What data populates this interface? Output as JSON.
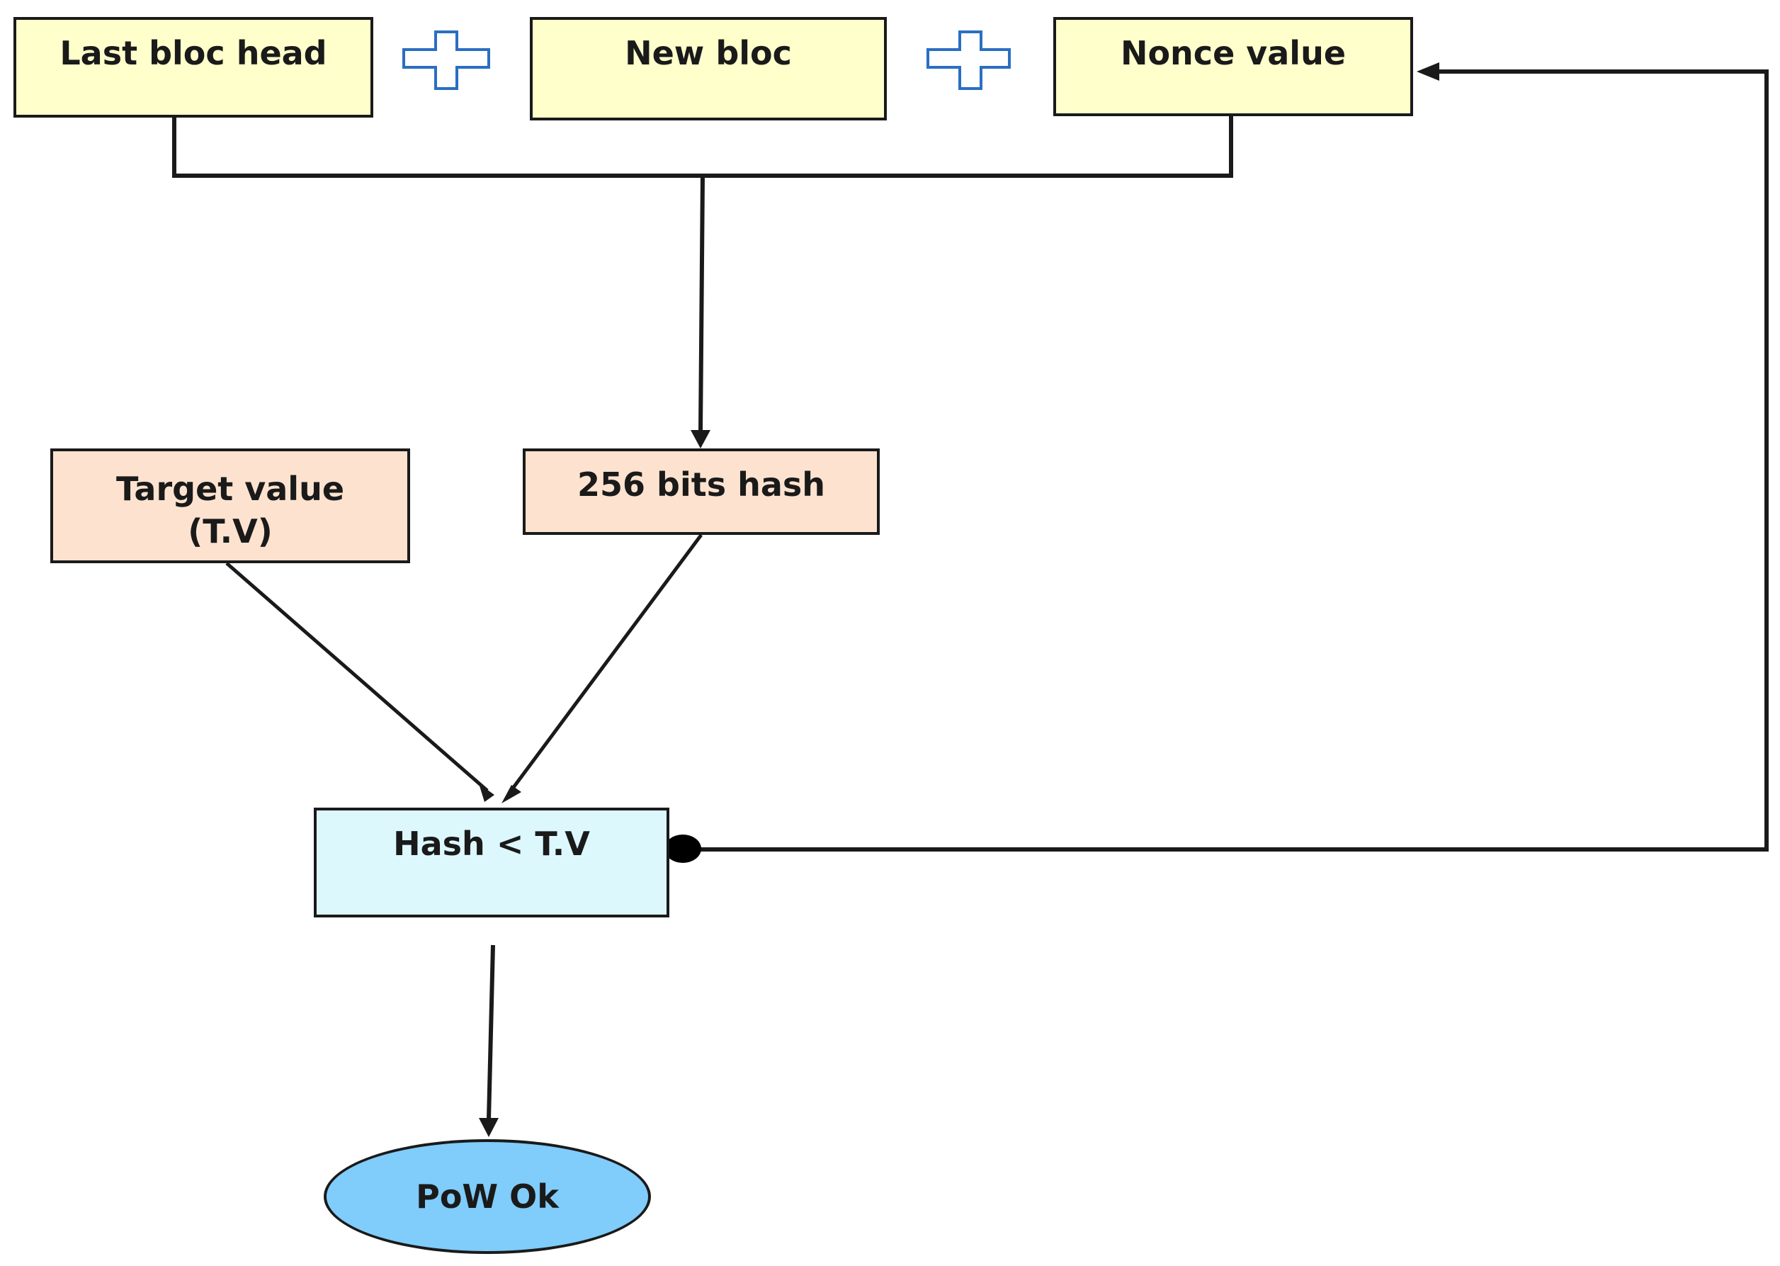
{
  "colors": {
    "input_box_fill": "#ffffcc",
    "hash_box_fill": "#fde3cf",
    "compare_box_fill": "#dcf8fc",
    "result_ellipse_fill": "#80ccfa",
    "plus_sign_outline": "#2a6fc1",
    "line_color": "#1a1a1a"
  },
  "nodes": {
    "last_bloc_head": "Last bloc head",
    "new_bloc": "New bloc",
    "nonce_value": "Nonce value",
    "target_value_line1": "Target value",
    "target_value_line2": "(T.V)",
    "hash_256": "256 bits hash",
    "hash_compare": "Hash < T.V",
    "pow_ok": "PoW Ok"
  }
}
